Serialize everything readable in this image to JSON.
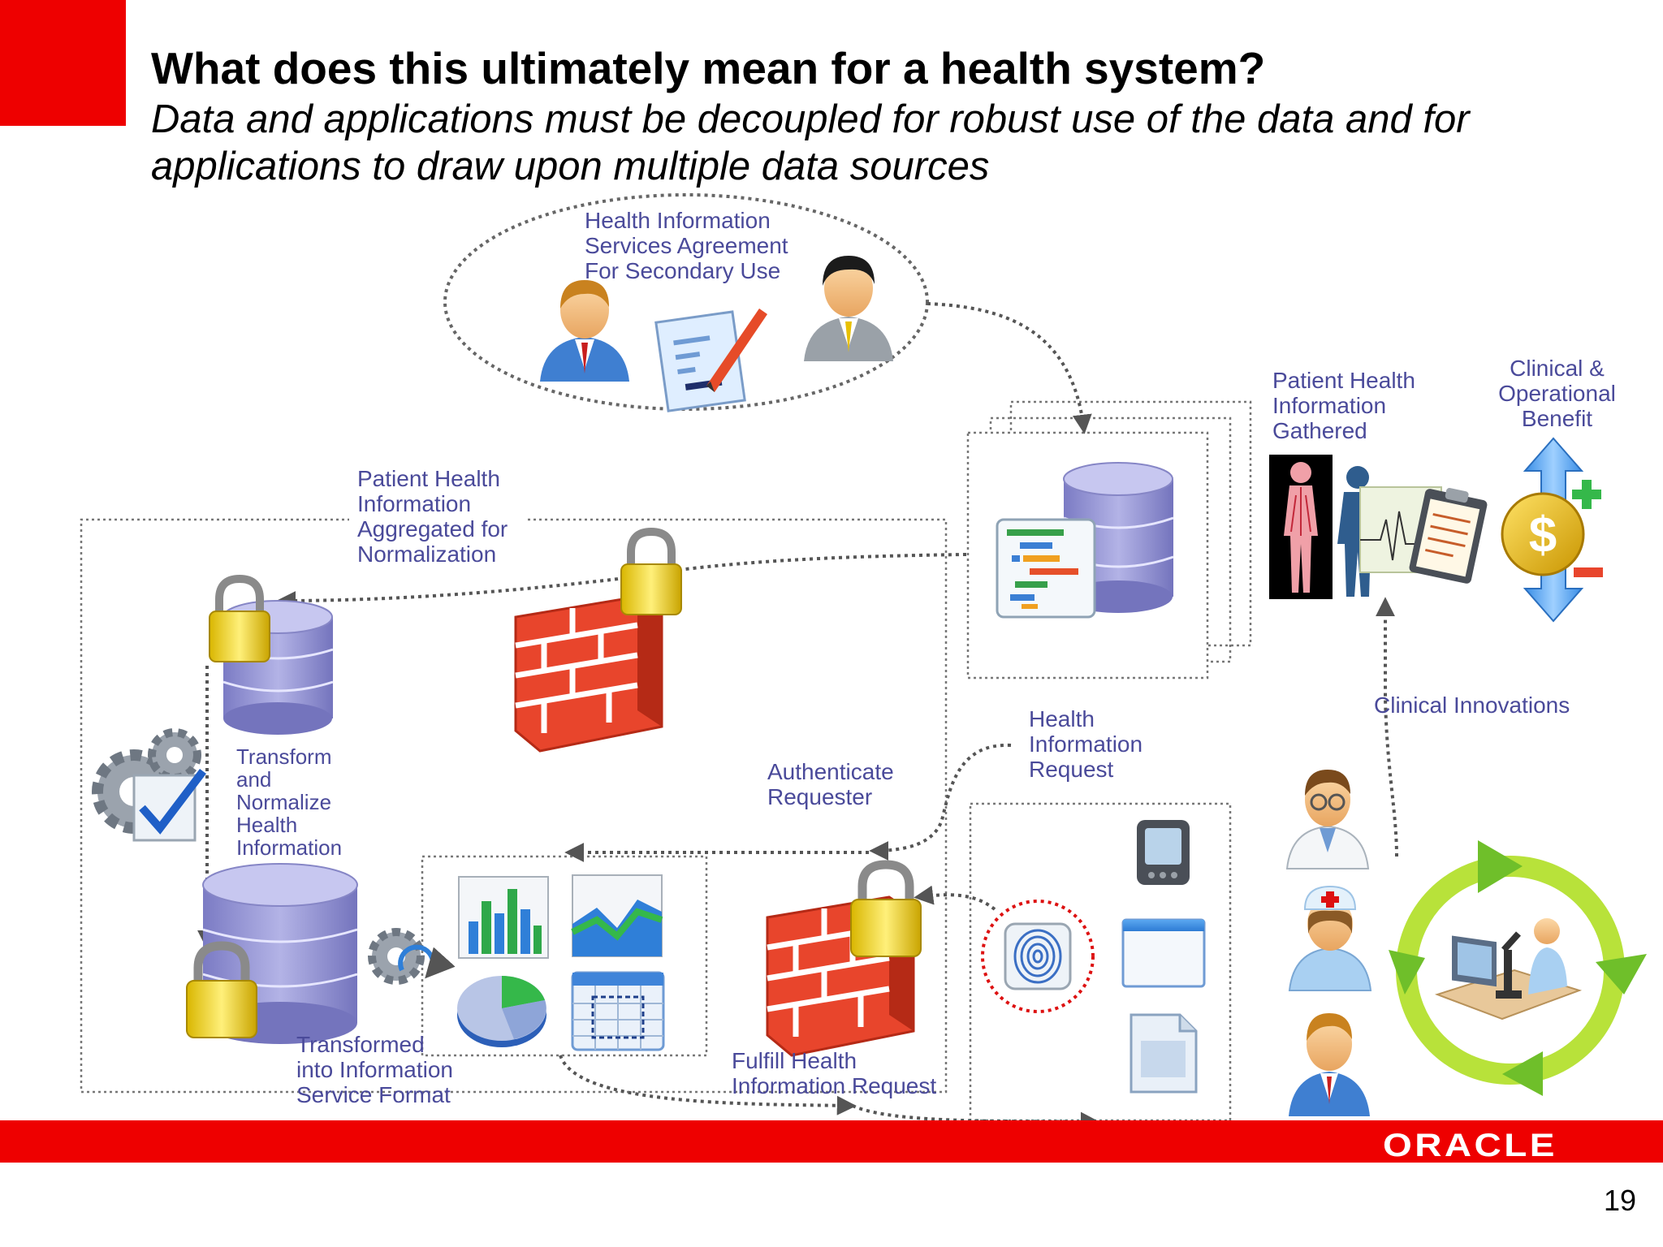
{
  "slide": {
    "title": "What does this ultimately mean for a health system?",
    "subtitle": "Data and applications must be decoupled for robust use of the data and for applications to draw upon multiple data sources",
    "page_number": "19",
    "logo_text": "ORACLE"
  },
  "labels": {
    "agreement": "Health Information\nServices Agreement\nFor Secondary Use",
    "aggregated": "Patient Health\nInformation\nAggregated for\nNormalization",
    "transform": "Transform\nand\nNormalize\nHealth\nInformation",
    "transformed": "Transformed\ninto Information\nService Format",
    "authenticate": "Authenticate\nRequester",
    "request": "Health\nInformation\nRequest",
    "fulfill": "Fulfill Health\nInformation Request",
    "gathered": "Patient Health\nInformation\nGathered",
    "benefit": "Clinical &\nOperational\nBenefit",
    "innovations": "Clinical Innovations"
  },
  "icons": [
    "person-blue-icon",
    "document-sign-icon",
    "person-gray-icon",
    "database-stack-icon",
    "grid-document-icon",
    "firewall-icon",
    "lock-icon",
    "database-icon",
    "gears-checkmark-icon",
    "refresh-gear-icon",
    "bar-chart-icon",
    "line-chart-icon",
    "pie-chart-icon",
    "calendar-grid-icon",
    "fingerprint-icon",
    "pda-device-icon",
    "application-window-icon",
    "file-icon",
    "human-body-icon",
    "patient-silhouette-icon",
    "ekg-chart-icon",
    "clipboard-icon",
    "dollar-coin-icon",
    "up-down-arrow-icon",
    "plus-icon",
    "minus-icon",
    "doctor-icon",
    "nurse-icon",
    "businessman-icon",
    "lab-cycle-icon",
    "microscope-icon"
  ],
  "colors": {
    "accent_red": "#ee0000",
    "label_text": "#4a4a9a",
    "connector": "#555555",
    "database": "#9a9ad6",
    "firewall": "#e8452c",
    "lock": "#f2d21a",
    "cycle": "#b8e23a"
  }
}
